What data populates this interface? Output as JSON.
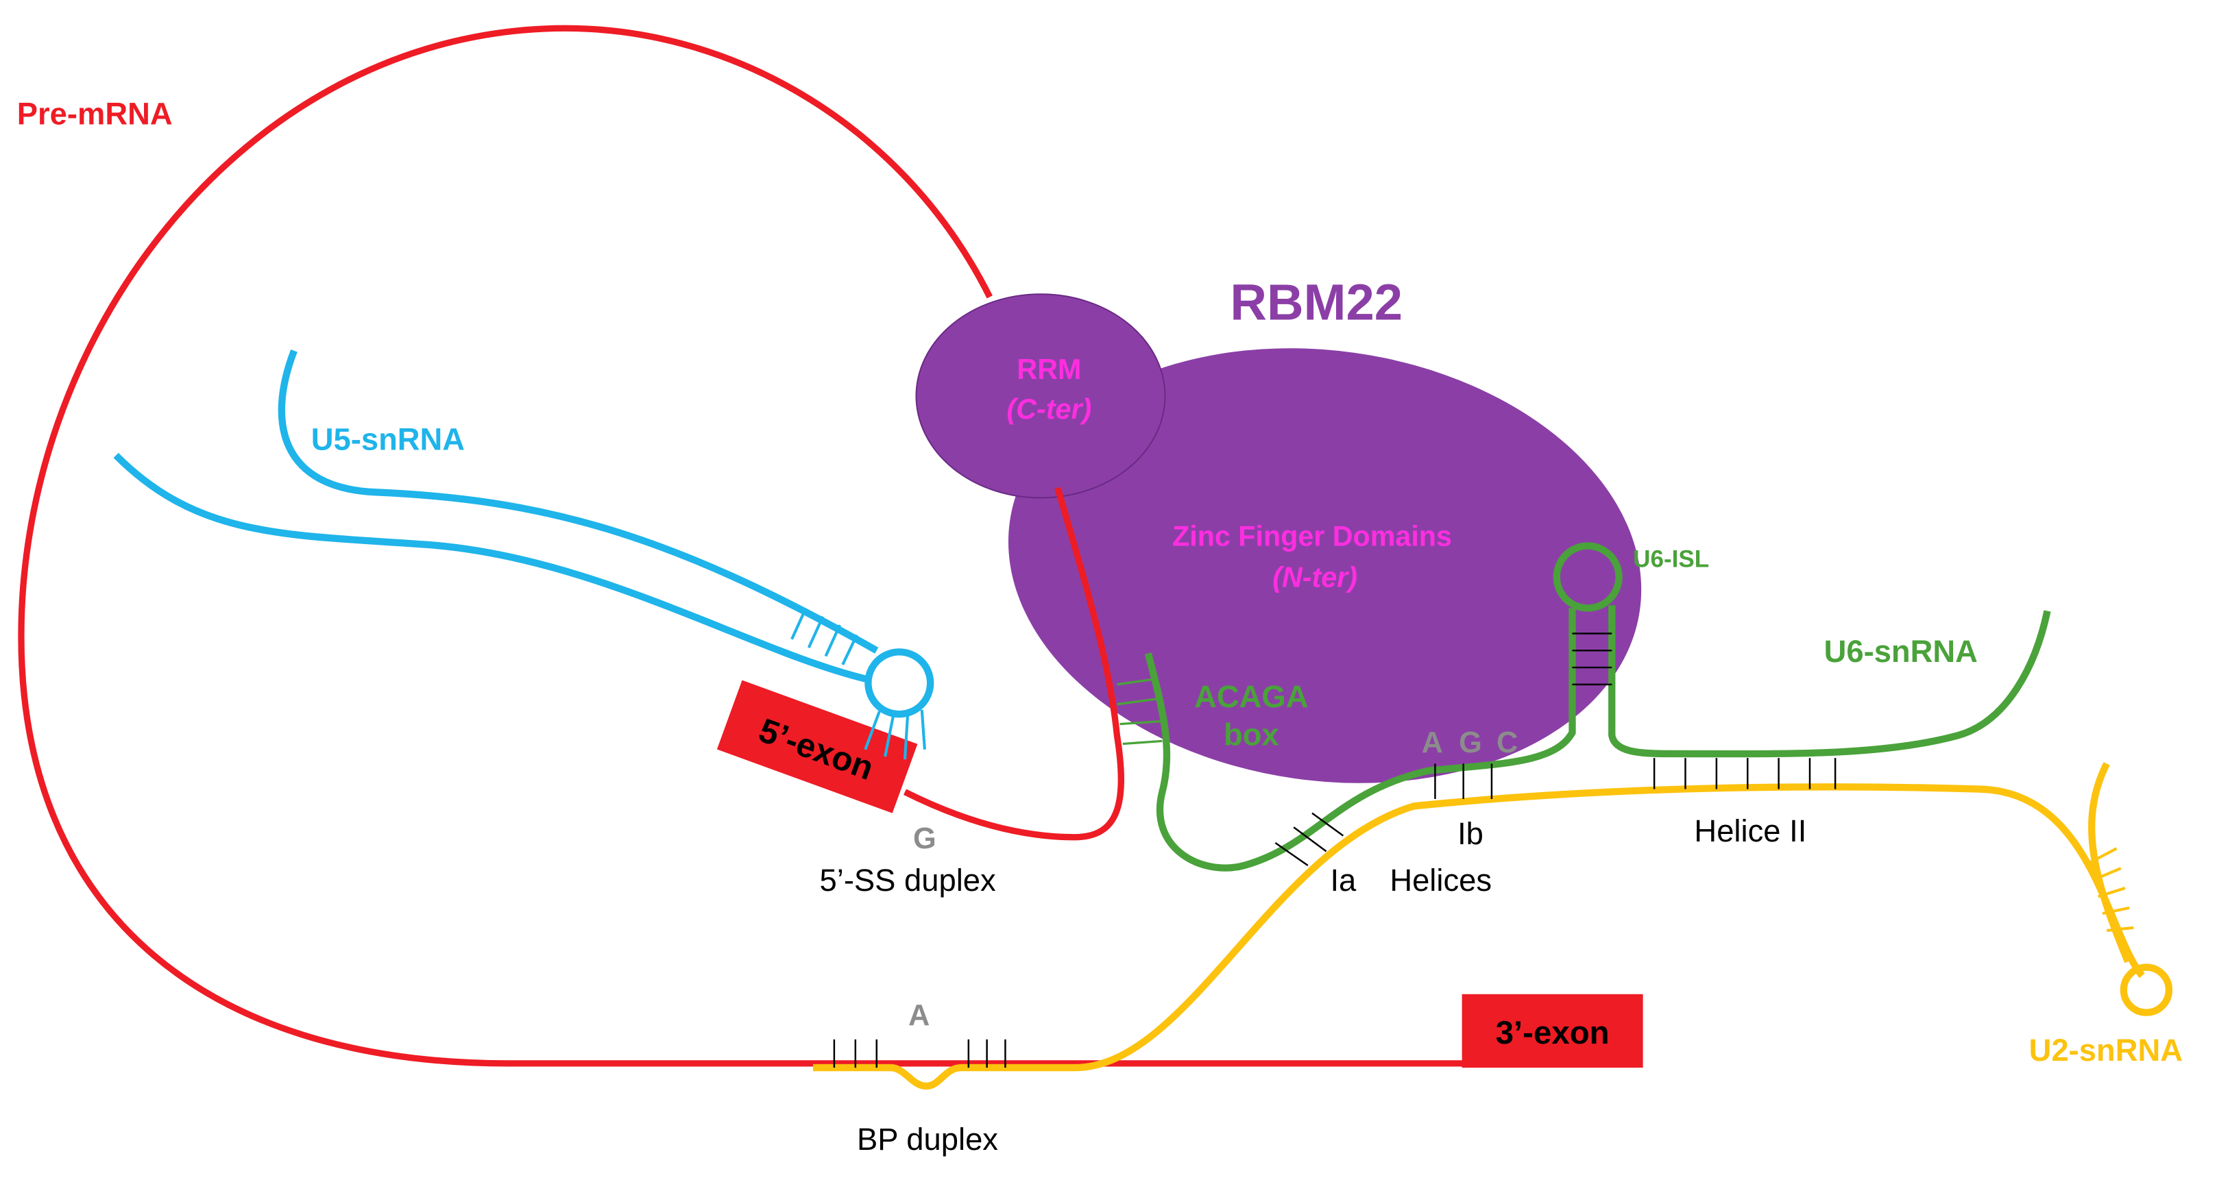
{
  "colors": {
    "pre_mrna": "#ee1c25",
    "u5": "#1fb4ea",
    "u6": "#4aa23a",
    "u2": "#fcc20e",
    "rbm22": "#8b3fa6",
    "domain_text": "#ff2ee0",
    "gray_text": "#8c8c8c",
    "black": "#000000"
  },
  "labels": {
    "pre_mrna": "Pre-mRNA",
    "u5": "U5-snRNA",
    "rbm22": "RBM22",
    "rrm": "RRM",
    "c_ter": "(C-ter)",
    "zinc_finger": "Zinc Finger Domains",
    "n_ter": "(N-ter)",
    "u6_isl": "U6-ISL",
    "u6": "U6-snRNA",
    "acaga_1": "ACAGA",
    "acaga_2": "box",
    "agc_a": "A",
    "agc_g": "G",
    "agc_c": "C",
    "exon5": "5’-exon",
    "g": "G",
    "ss_duplex": "5’-SS duplex",
    "ia": "Ia",
    "ib": "Ib",
    "helices": "Helices",
    "helice_ii": "Helice II",
    "a": "A",
    "exon3": "3’-exon",
    "u2": "U2-snRNA",
    "bp_duplex": "BP duplex"
  }
}
